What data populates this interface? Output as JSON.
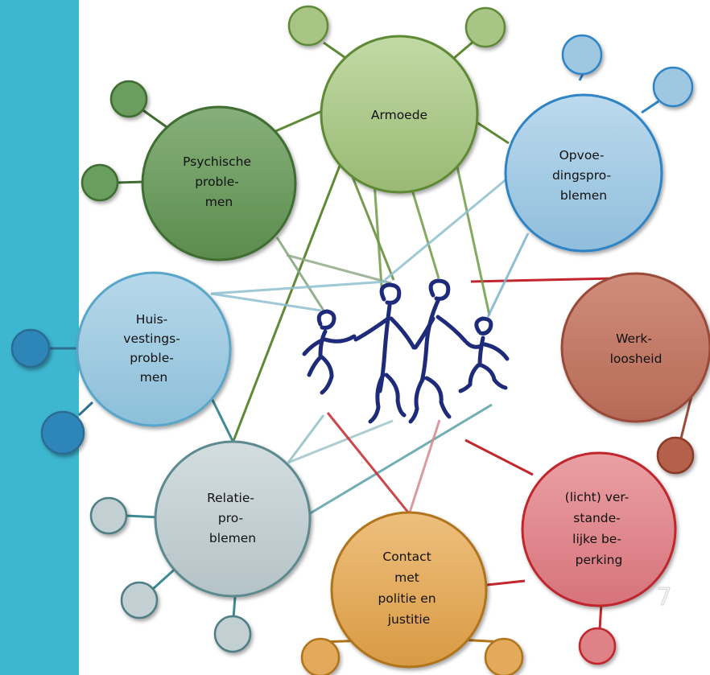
{
  "slide": {
    "page_number": "7"
  },
  "hubs": [
    {
      "id": "armoede",
      "lines": [
        "Armoede"
      ],
      "fill": "#a9c585",
      "stroke": "#5f8a35"
    },
    {
      "id": "psychische",
      "lines": [
        "Psychische",
        "proble-",
        "men"
      ],
      "fill": "#6b9e5f",
      "stroke": "#3f6e33"
    },
    {
      "id": "opvoeding",
      "lines": [
        "Opvoe-",
        "dingspro-",
        "blemen"
      ],
      "fill": "#9ec7e2",
      "stroke": "#2f84c4"
    },
    {
      "id": "huisvesting",
      "lines": [
        "Huis-",
        "vestings-",
        "proble-",
        "men"
      ],
      "fill": "#9cc8e0",
      "stroke": "#5aa6c9"
    },
    {
      "id": "werkloosheid",
      "lines": [
        "Werk-",
        "loosheid"
      ],
      "fill": "#c27966",
      "stroke": "#9a4a38"
    },
    {
      "id": "relatie",
      "lines": [
        "Relatie-",
        "pro-",
        "blemen"
      ],
      "fill": "#c3d0d3",
      "stroke": "#5c8a8f"
    },
    {
      "id": "verstandelijk",
      "lines": [
        "(licht) ver-",
        "stande-",
        "lijke be-",
        "perking"
      ],
      "fill": "#de8287",
      "stroke": "#c1272d"
    },
    {
      "id": "contact",
      "lines": [
        "Contact",
        "met",
        "politie en",
        "justitie"
      ],
      "fill": "#e3aa5c",
      "stroke": "#b0751c"
    }
  ],
  "icons": {
    "center": "family-dancing-icon"
  }
}
